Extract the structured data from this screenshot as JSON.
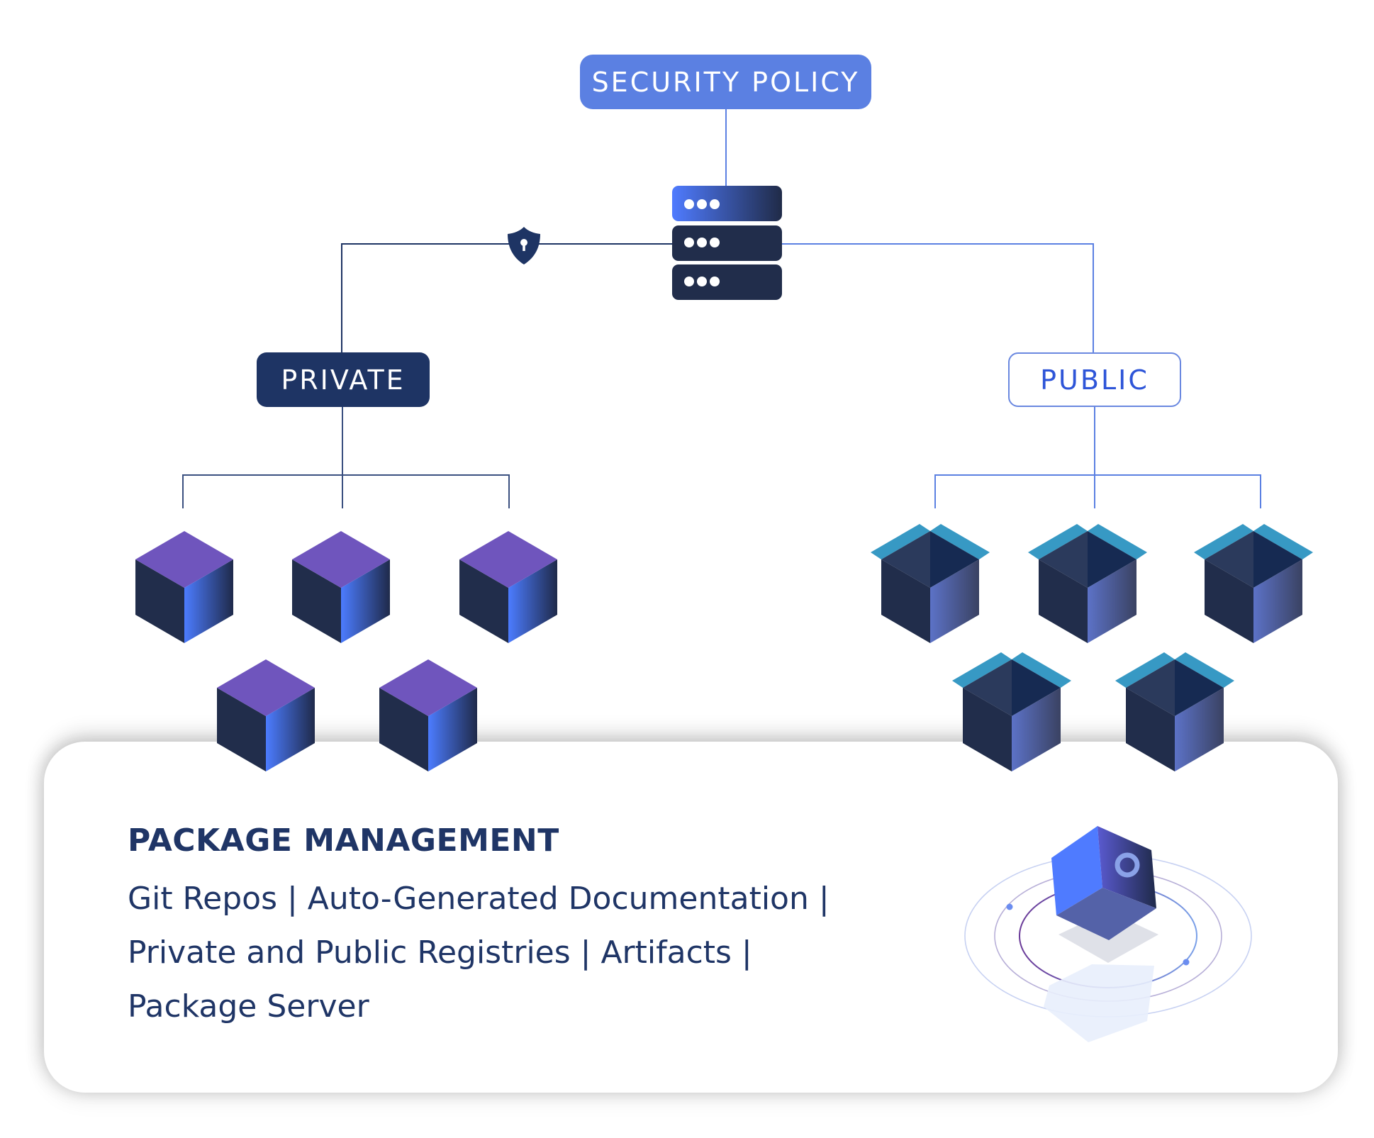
{
  "diagram": {
    "root": {
      "label": "SECURITY POLICY",
      "icon": "server-stack-icon"
    },
    "lock_icon": "shield-lock-icon",
    "branches": [
      {
        "label": "PRIVATE",
        "style": "filled-dark",
        "items": 5,
        "item_icon": "closed-package-cube-icon"
      },
      {
        "label": "PUBLIC",
        "style": "outline",
        "items": 5,
        "item_icon": "open-package-box-icon"
      }
    ]
  },
  "card": {
    "title": "PACKAGE MANAGEMENT",
    "lines": [
      "Git Repos | Auto-Generated Documentation |",
      "Private and Public Registries | Artifacts |",
      "Package Server"
    ],
    "illustration_icon": "floating-package-vault-icon"
  },
  "colors": {
    "accent_blue": "#5b80e2",
    "navy": "#1e3464",
    "dark_slate": "#212d4b",
    "cube_top_purple": "#6f55bd",
    "cube_edge_red": "#d0383a",
    "open_box_flap": "#3799c4",
    "open_box_edge": "#5ee2ff",
    "public_text": "#2e55d8",
    "text_navy": "#1f3566"
  }
}
